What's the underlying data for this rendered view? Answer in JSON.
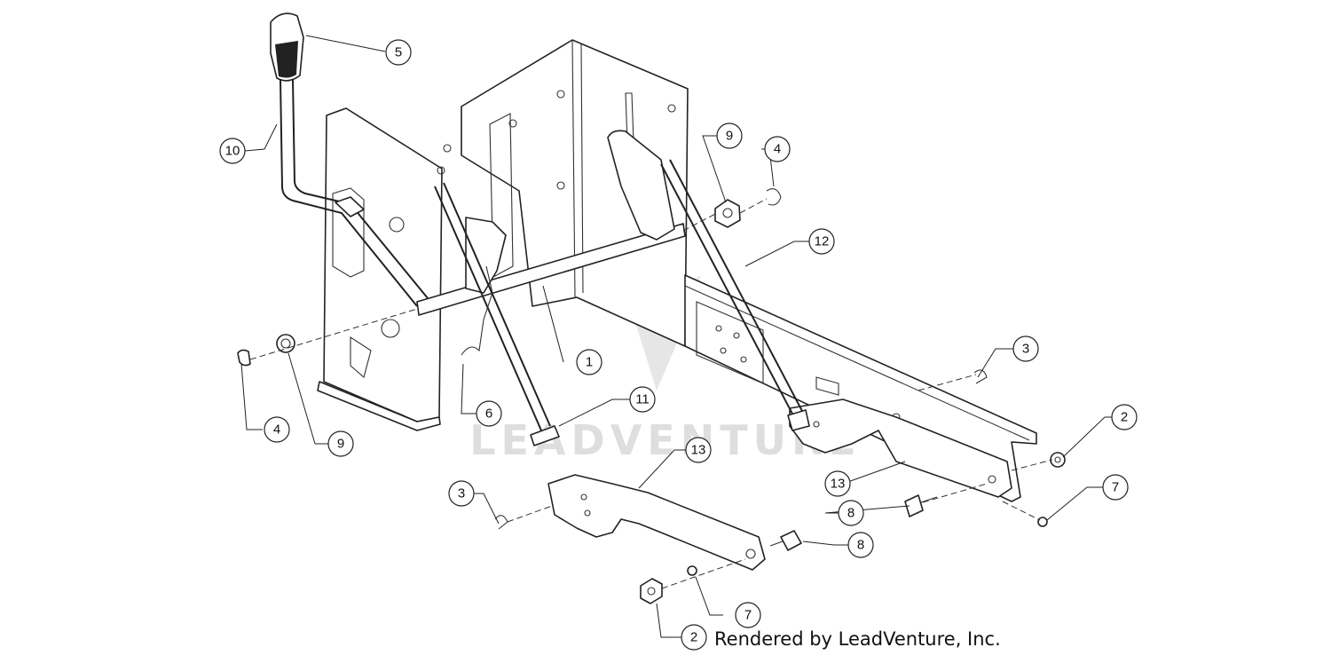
{
  "diagram": {
    "watermark": "LEADVENTURE",
    "credit": "Rendered by LeadVenture, Inc.",
    "callouts": [
      {
        "id": "c1",
        "label": "1"
      },
      {
        "id": "c2a",
        "label": "2"
      },
      {
        "id": "c2b",
        "label": "2"
      },
      {
        "id": "c3a",
        "label": "3"
      },
      {
        "id": "c3b",
        "label": "3"
      },
      {
        "id": "c4a",
        "label": "4"
      },
      {
        "id": "c4b",
        "label": "4"
      },
      {
        "id": "c5",
        "label": "5"
      },
      {
        "id": "c6",
        "label": "6"
      },
      {
        "id": "c7a",
        "label": "7"
      },
      {
        "id": "c7b",
        "label": "7"
      },
      {
        "id": "c8a",
        "label": "8"
      },
      {
        "id": "c8b",
        "label": "8"
      },
      {
        "id": "c9a",
        "label": "9"
      },
      {
        "id": "c9b",
        "label": "9"
      },
      {
        "id": "c10",
        "label": "10"
      },
      {
        "id": "c11",
        "label": "11"
      },
      {
        "id": "c12",
        "label": "12"
      },
      {
        "id": "c13a",
        "label": "13"
      },
      {
        "id": "c13b",
        "label": "13"
      }
    ]
  }
}
